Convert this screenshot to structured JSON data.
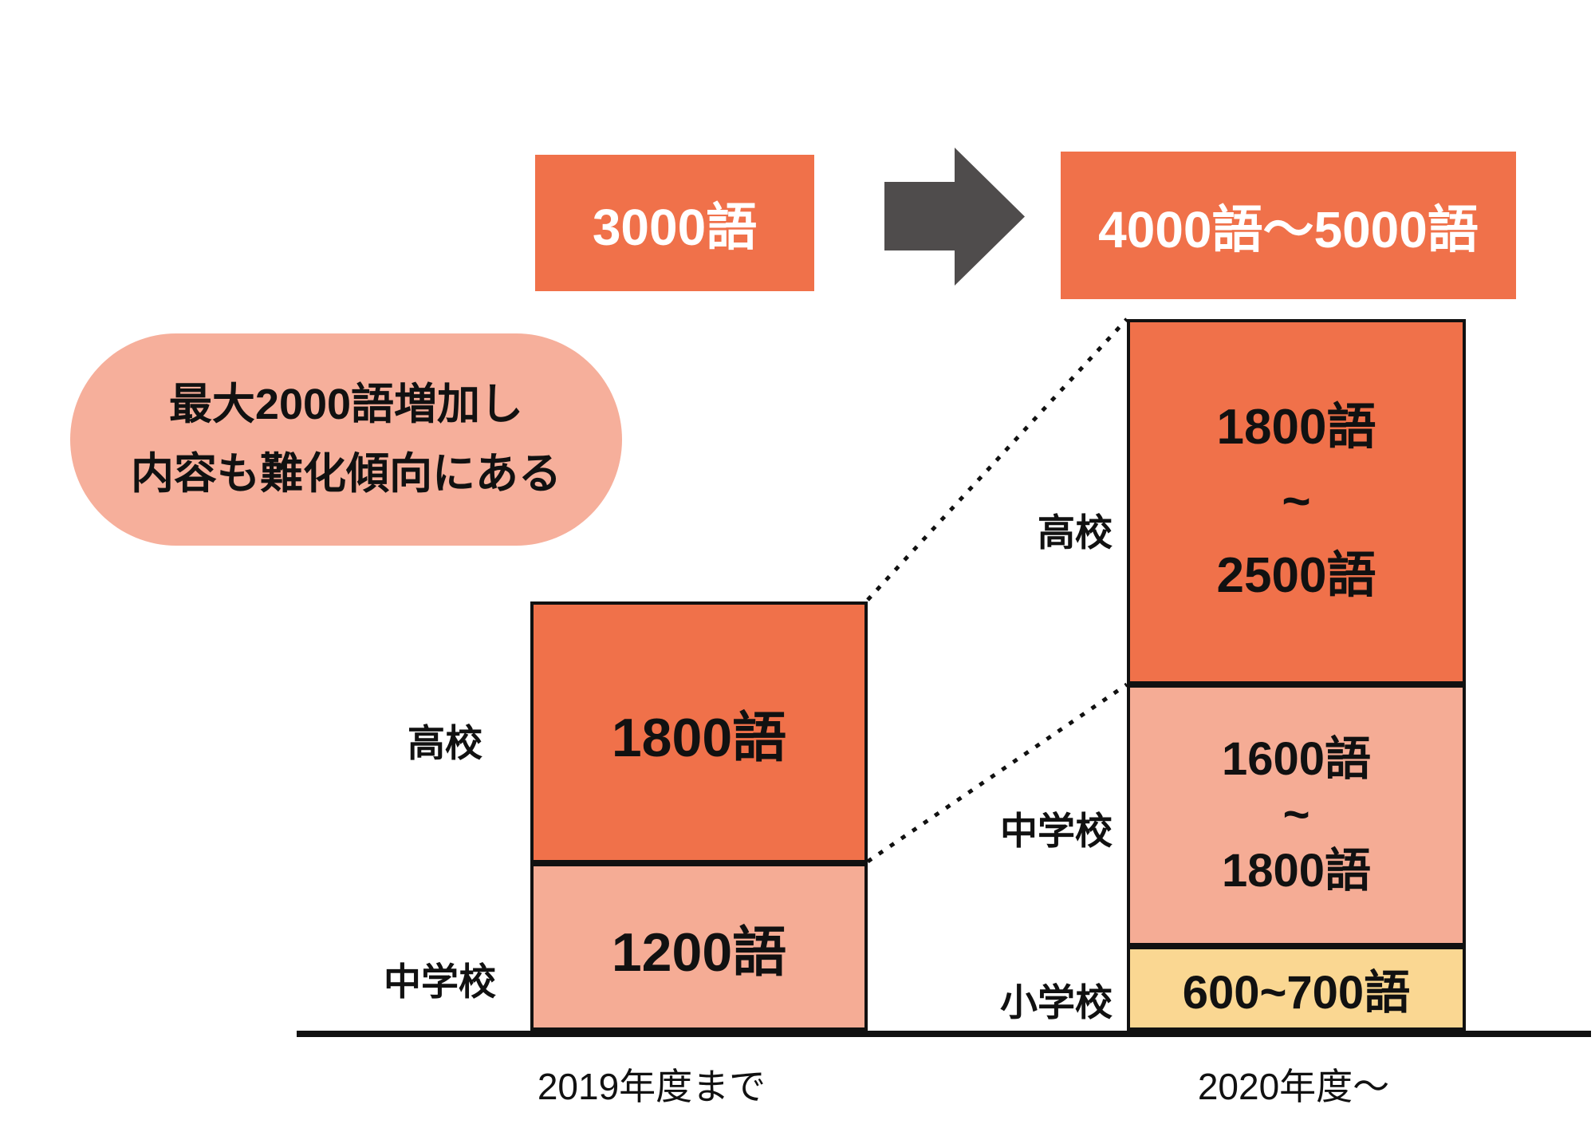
{
  "colors": {
    "orange": "#F0714A",
    "salmon": "#F5AC95",
    "yellow": "#FAD792",
    "callout_bg": "#F6AF9B",
    "arrow_gray": "#4F4C4C",
    "text": "#111111",
    "box_text": "#FFFFFF"
  },
  "transition": {
    "before_total": "3000語",
    "after_total": "4000語〜5000語"
  },
  "callout": {
    "line1": "最大2000語増加し",
    "line2": "内容も難化傾向にある"
  },
  "left_bar": {
    "axis_label": "2019年度まで",
    "segments": [
      {
        "school": "高校",
        "value": "1800語"
      },
      {
        "school": "中学校",
        "value": "1200語"
      }
    ]
  },
  "right_bar": {
    "axis_label": "2020年度〜",
    "segments": [
      {
        "school": "高校",
        "line1": "1800語",
        "line2": "~",
        "line3": "2500語"
      },
      {
        "school": "中学校",
        "line1": "1600語",
        "line2": "~",
        "line3": "1800語"
      },
      {
        "school": "小学校",
        "value": "600~700語"
      }
    ]
  },
  "chart_data": {
    "type": "bar",
    "subtype": "stacked_comparison",
    "categories": [
      "2019年度まで",
      "2020年度〜"
    ],
    "series": [
      {
        "name": "高校",
        "values": [
          1800,
          2150
        ],
        "value_labels": [
          "1800語",
          "1800語~2500語"
        ],
        "color": "#F0714A"
      },
      {
        "name": "中学校",
        "values": [
          1200,
          1700
        ],
        "value_labels": [
          "1200語",
          "1600語~1800語"
        ],
        "color": "#F5AC95"
      },
      {
        "name": "小学校",
        "values": [
          0,
          650
        ],
        "value_labels": [
          "",
          "600~700語"
        ],
        "color": "#FAD792"
      }
    ],
    "totals": [
      "3000語",
      "4000語〜5000語"
    ],
    "annotation": "最大2000語増加し内容も難化傾向にある",
    "legend_position": "left-of-bars",
    "grid": false,
    "axis": "single-baseline"
  }
}
